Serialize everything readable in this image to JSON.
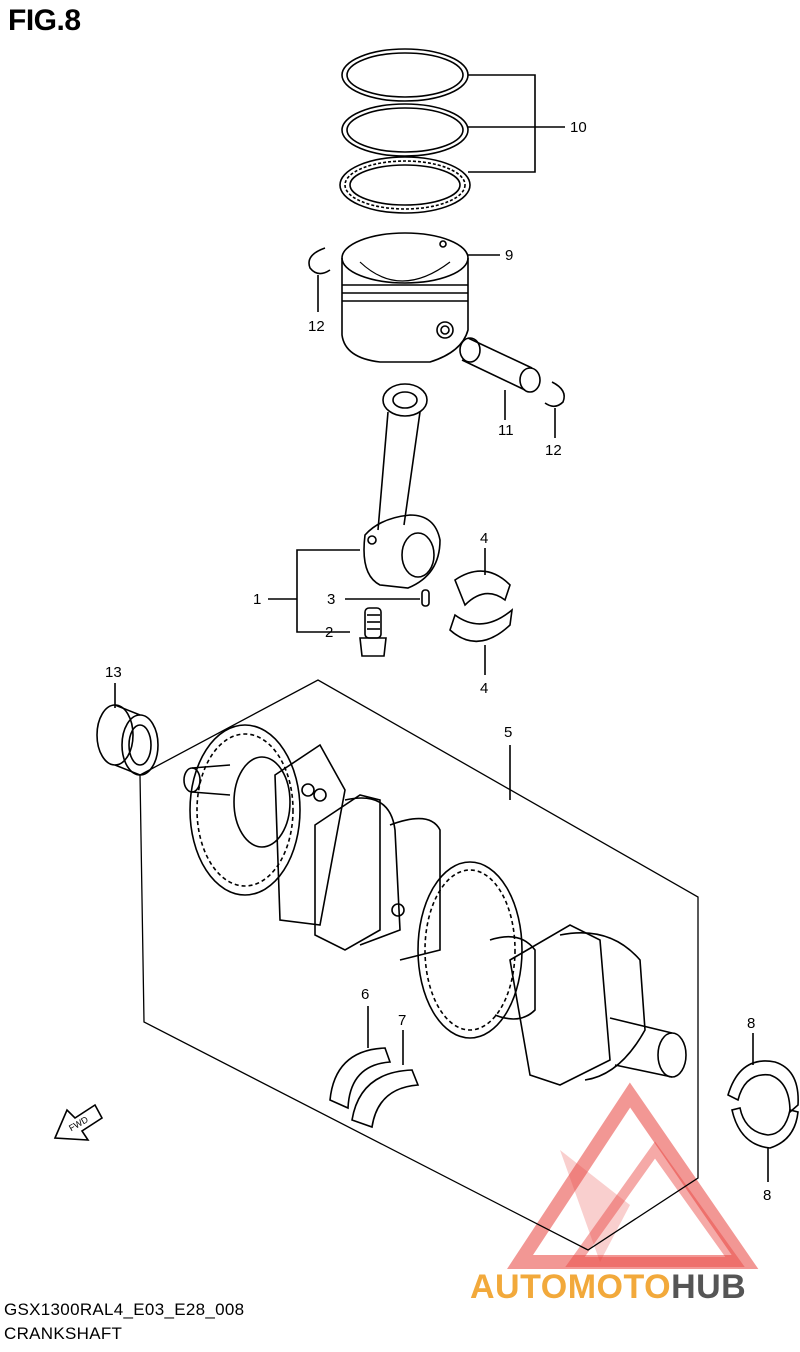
{
  "figure": {
    "title": "FIG.8",
    "code": "GSX1300RAL4_E03_E28_008",
    "name": "CRANKSHAFT"
  },
  "callouts": {
    "c1": "1",
    "c2": "2",
    "c3": "3",
    "c4a": "4",
    "c4b": "4",
    "c5": "5",
    "c6": "6",
    "c7": "7",
    "c8a": "8",
    "c8b": "8",
    "c9": "9",
    "c10": "10",
    "c11": "11",
    "c12a": "12",
    "c12b": "12",
    "c13": "13"
  },
  "parts": [
    {
      "ref": "piston-rings",
      "icon": "piston-ring-icon"
    },
    {
      "ref": "piston",
      "icon": "piston-icon"
    },
    {
      "ref": "piston-pin",
      "icon": "pin-icon"
    },
    {
      "ref": "circlip",
      "icon": "circlip-icon"
    },
    {
      "ref": "connecting-rod",
      "icon": "conrod-icon"
    },
    {
      "ref": "bolt",
      "icon": "bolt-icon"
    },
    {
      "ref": "bearing",
      "icon": "bearing-icon"
    },
    {
      "ref": "crankshaft",
      "icon": "crankshaft-icon"
    },
    {
      "ref": "thrust-bearing",
      "icon": "thrust-bearing-icon"
    },
    {
      "ref": "main-bearing",
      "icon": "main-bearing-icon"
    },
    {
      "ref": "needle-bearing",
      "icon": "needle-bearing-icon"
    },
    {
      "ref": "fwd-arrow",
      "icon": "fwd-arrow-icon"
    }
  ],
  "fwd_label": "FWD",
  "watermark": {
    "text_part1": "AUTOMOTO",
    "text_part2": "HUB",
    "color_primary": "#e8413c",
    "color_accent": "#f2a93b",
    "color_dark": "#555555"
  }
}
